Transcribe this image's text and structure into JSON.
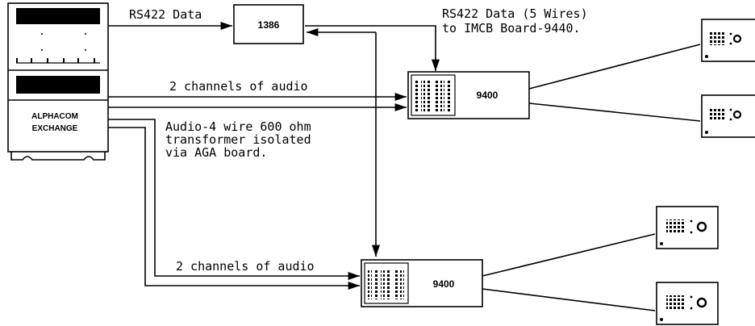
{
  "exchange": {
    "label_line1": "ALPHACOM",
    "label_line2": "EXCHANGE"
  },
  "box_1386": {
    "label": "1386"
  },
  "unit_9400_top": {
    "label": "9400"
  },
  "unit_9400_bottom": {
    "label": "9400"
  },
  "labels": {
    "rs422_data": "RS422 Data",
    "rs422_5wires_line1": "RS422 Data (5 Wires)",
    "rs422_5wires_line2": "to IMCB Board-9440.",
    "audio_top": "2 channels of audio",
    "audio_bottom": "2 channels of audio",
    "audio4_line1": "Audio-4 wire 600 ohm",
    "audio4_line2": "transformer isolated",
    "audio4_line3": "via AGA board."
  }
}
